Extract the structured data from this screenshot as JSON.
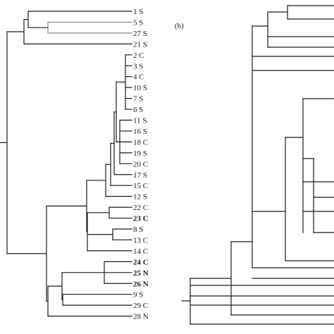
{
  "figure": {
    "panel_b_label": "(b)"
  },
  "tree_a": {
    "leaves": [
      {
        "id": "1",
        "group": "S",
        "text": "1 S",
        "bold": false
      },
      {
        "id": "5",
        "group": "S",
        "text": "5 S",
        "bold": false
      },
      {
        "id": "27",
        "group": "S",
        "text": "27 S",
        "bold": false
      },
      {
        "id": "21",
        "group": "S",
        "text": "21 S",
        "bold": false
      },
      {
        "id": "2",
        "group": "C",
        "text": "2 C",
        "bold": false
      },
      {
        "id": "3",
        "group": "S",
        "text": "3 S",
        "bold": false
      },
      {
        "id": "4",
        "group": "C",
        "text": "4 C",
        "bold": false
      },
      {
        "id": "10",
        "group": "S",
        "text": "10 S",
        "bold": false
      },
      {
        "id": "7",
        "group": "S",
        "text": "7 S",
        "bold": false
      },
      {
        "id": "6",
        "group": "S",
        "text": "6 S",
        "bold": false
      },
      {
        "id": "11",
        "group": "S",
        "text": "11 S",
        "bold": false
      },
      {
        "id": "16",
        "group": "S",
        "text": "16 S",
        "bold": false
      },
      {
        "id": "18",
        "group": "C",
        "text": "18 C",
        "bold": false
      },
      {
        "id": "19",
        "group": "S",
        "text": "19 S",
        "bold": false
      },
      {
        "id": "20",
        "group": "C",
        "text": "20 C",
        "bold": false
      },
      {
        "id": "17",
        "group": "S",
        "text": "17 S",
        "bold": false
      },
      {
        "id": "15",
        "group": "C",
        "text": "15 C",
        "bold": false
      },
      {
        "id": "12",
        "group": "S",
        "text": "12 S",
        "bold": false
      },
      {
        "id": "22",
        "group": "C",
        "text": "22 C",
        "bold": false
      },
      {
        "id": "23",
        "group": "C",
        "text": "23 C",
        "bold": true
      },
      {
        "id": "8",
        "group": "S",
        "text": "8 S",
        "bold": false
      },
      {
        "id": "13",
        "group": "C",
        "text": "13 C",
        "bold": false
      },
      {
        "id": "14",
        "group": "C",
        "text": "14 C",
        "bold": false
      },
      {
        "id": "24",
        "group": "C",
        "text": "24 C",
        "bold": true
      },
      {
        "id": "25",
        "group": "N",
        "text": "25 N",
        "bold": true
      },
      {
        "id": "26",
        "group": "N",
        "text": "26 N",
        "bold": true
      },
      {
        "id": "9",
        "group": "S",
        "text": "9 S",
        "bold": false
      },
      {
        "id": "29",
        "group": "C",
        "text": "29 C",
        "bold": false
      },
      {
        "id": "28",
        "group": "N",
        "text": "28 N",
        "bold": false
      }
    ]
  }
}
